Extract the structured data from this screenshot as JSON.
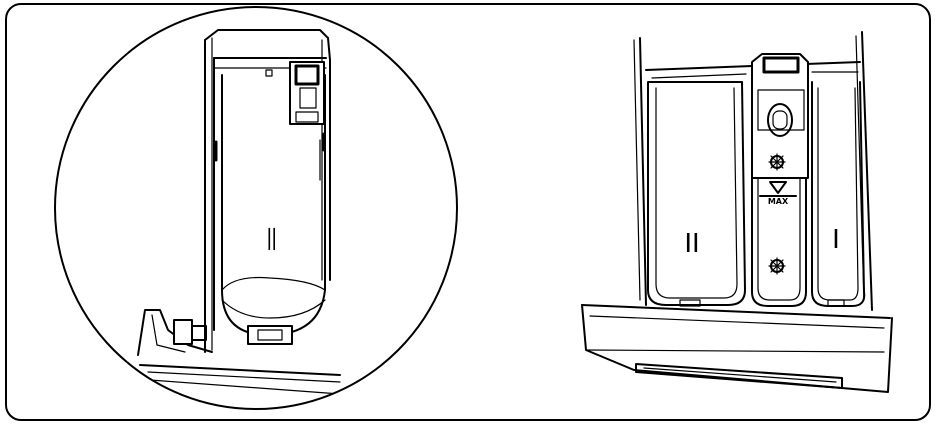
{
  "figure": {
    "detail_view": {
      "compartment_mark": "II"
    },
    "drawer_view": {
      "left_compartment_mark": "II",
      "right_compartment_mark": "I",
      "max_label": "MAX"
    }
  }
}
